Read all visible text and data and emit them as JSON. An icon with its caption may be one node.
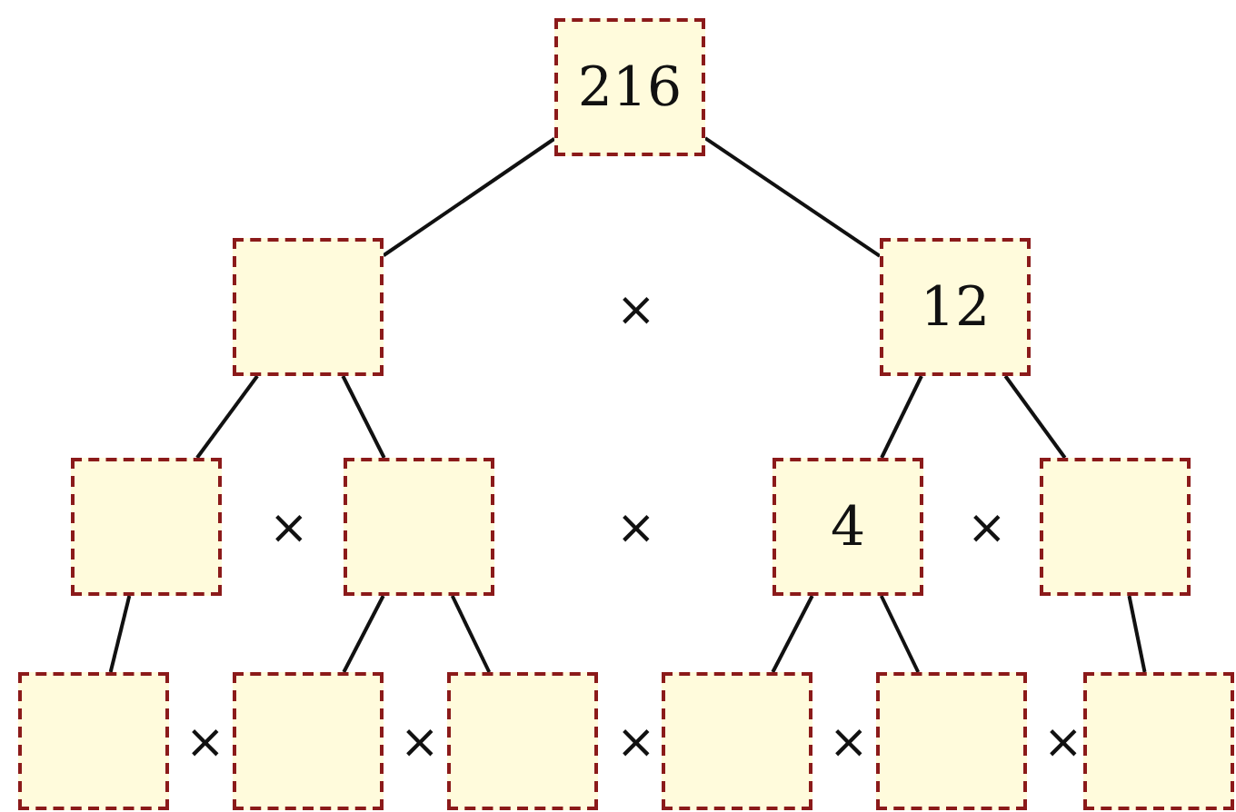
{
  "diagram": {
    "nodes": [
      {
        "text": [
          "216"
        ]
      },
      {
        "text": [],
        "shape": "box"
      },
      {
        "text": [
          "12"
        ]
      },
      {
        "text": [],
        "shape": "box"
      },
      {
        "text": [],
        "shape": "box"
      },
      {
        "text": [
          "4"
        ]
      },
      {
        "text": [],
        "shape": "box"
      },
      {
        "text": [],
        "shape": "box"
      },
      {
        "text": [],
        "shape": "box"
      },
      {
        "text": [],
        "shape": "box"
      },
      {
        "text": [],
        "shape": "box"
      },
      {
        "text": [],
        "shape": "box"
      },
      {
        "text": [],
        "shape": "box"
      }
    ],
    "edges": [
      {
        "from": 0,
        "to": 1,
        "arrow": "none"
      },
      {
        "from": 0,
        "to": 2,
        "arrow": "none"
      },
      {
        "from": 1,
        "to": 3,
        "arrow": "none"
      },
      {
        "from": 1,
        "to": 4,
        "arrow": "none"
      },
      {
        "from": 2,
        "to": 5,
        "arrow": "none"
      },
      {
        "from": 2,
        "to": 6,
        "arrow": "none"
      },
      {
        "from": 3,
        "to": 7,
        "arrow": "none"
      },
      {
        "from": 4,
        "to": 8,
        "arrow": "none"
      },
      {
        "from": 4,
        "to": 9,
        "arrow": "none"
      },
      {
        "from": 5,
        "to": 10,
        "arrow": "none"
      },
      {
        "from": 5,
        "to": 11,
        "arrow": "none"
      },
      {
        "from": 6,
        "to": 12,
        "arrow": "none"
      }
    ],
    "labels": [
      "×",
      "×",
      "×",
      "×",
      "×",
      "×",
      "×",
      "×",
      "×"
    ]
  }
}
